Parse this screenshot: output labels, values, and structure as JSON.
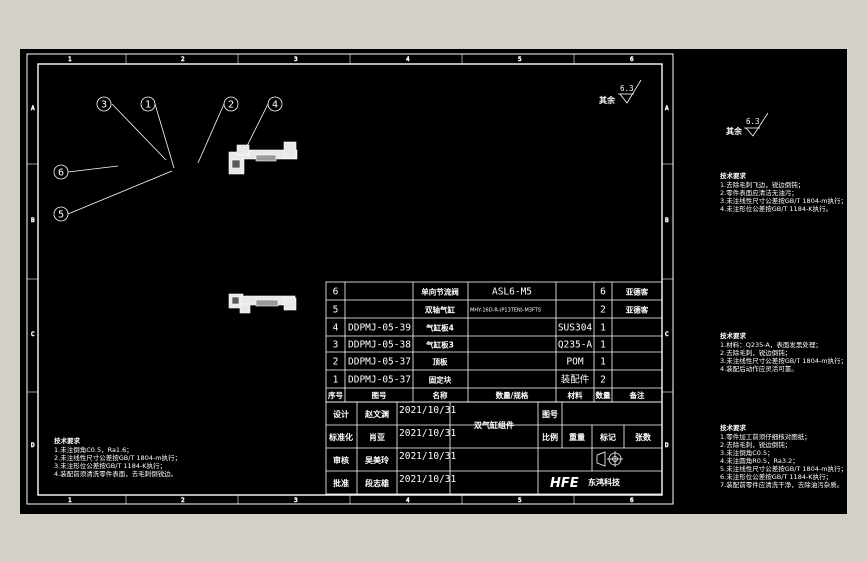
{
  "drawing": {
    "zone_numbers": [
      "1",
      "2",
      "3",
      "4",
      "5",
      "6"
    ],
    "zone_letters": [
      "A",
      "B",
      "C",
      "D"
    ],
    "balloons": [
      "3",
      "1",
      "2",
      "4",
      "6",
      "5"
    ],
    "roughness_value": "6.3",
    "roughness_label": "其余",
    "bom": {
      "header": [
        "序号",
        "图号",
        "名称",
        "数量/规格",
        "材料",
        "数量",
        "备注"
      ],
      "rows": [
        {
          "no": "1",
          "code": "DDPMJ-05-37",
          "name": "固定块",
          "spec": "",
          "material": "装配件",
          "qty": "2",
          "remark": ""
        },
        {
          "no": "2",
          "code": "DDPMJ-05-37",
          "name": "顶板",
          "spec": "",
          "material": "POM",
          "qty": "1",
          "remark": ""
        },
        {
          "no": "3",
          "code": "DDPMJ-05-38",
          "name": "气缸板3",
          "spec": "",
          "material": "Q235-A",
          "qty": "1",
          "remark": ""
        },
        {
          "no": "4",
          "code": "DDPMJ-05-39",
          "name": "气缸板4",
          "spec": "",
          "material": "SUS304",
          "qty": "1",
          "remark": ""
        },
        {
          "no": "5",
          "code": "",
          "name": "双轴气缸",
          "spec": "MHY-16D-R-(P13TEN)-M3FTS",
          "material": "",
          "qty": "2",
          "remark": "亚德客"
        },
        {
          "no": "6",
          "code": "",
          "name": "单向节流阀",
          "spec": "ASL6-M5",
          "material": "",
          "qty": "6",
          "remark": "亚德客"
        }
      ]
    },
    "title_block": {
      "roles": [
        "设计",
        "标准化",
        "审核",
        "批准"
      ],
      "names": [
        "赵文渊",
        "肖亚",
        "吴美玲",
        "段志雄"
      ],
      "dates": [
        "2021/10/31",
        "2021/10/31",
        "2021/10/31",
        "2021/10/31"
      ],
      "part_name": "双气缸组件",
      "mark": "图号",
      "scale_labels": [
        "比例",
        "重量",
        "标记",
        "张数"
      ],
      "logo": "HFE",
      "company": "东鸿科技"
    },
    "notes_left": {
      "title": "技术要求",
      "lines": [
        "1.未注倒角C0.5，Ra1.6；",
        "2.未注线性尺寸公差按GB/T 1804-m执行；",
        "3.未注形位公差按GB/T 1184-K执行；",
        "4.装配前须清洗零件表面，去毛刺倒锐边。"
      ]
    }
  },
  "side_panel": {
    "roughness_value": "6.3",
    "roughness_label": "其余",
    "notes": [
      {
        "title": "技术要求",
        "lines": [
          "1.去除毛刺飞边，锐边倒钝；",
          "2.零件表面应清洁无油污；",
          "3.未注线性尺寸公差按GB/T 1804-m执行；",
          "4.未注形位公差按GB/T 1184-K执行。"
        ]
      },
      {
        "title": "技术要求",
        "lines": [
          "1.材料：Q235-A，表面发黑处理；",
          "2.去除毛刺，锐边倒钝；",
          "3.未注线性尺寸公差按GB/T 1804-m执行；",
          "4.装配后动作应灵活可靠。"
        ]
      },
      {
        "title": "技术要求",
        "lines": [
          "1.零件加工前须仔细核对图纸；",
          "2.去除毛刺，锐边倒钝；",
          "3.未注倒角C0.5；",
          "4.未注圆角R0.5，Ra3.2；",
          "5.未注线性尺寸公差按GB/T 1804-m执行；",
          "6.未注形位公差按GB/T 1184-K执行；",
          "7.装配前零件应清洗干净，去除油污杂质。"
        ]
      }
    ]
  }
}
